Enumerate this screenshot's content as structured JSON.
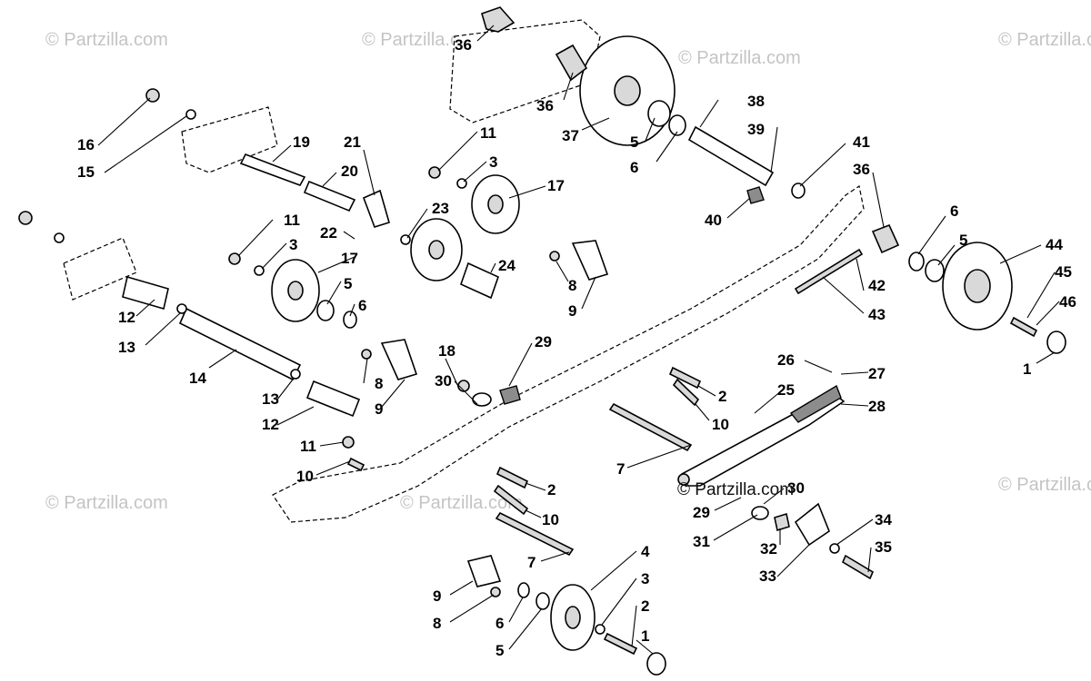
{
  "watermarks": {
    "w1": "© Partzilla.com",
    "w2": "© Partzilla.com",
    "w3": "© Partzilla.com",
    "w4": "© Partzilla.com",
    "w5": "© Partzilla.com",
    "w6": "© Partzilla.com",
    "w7": "© Partzilla.com",
    "center": "© Partzilla.com"
  },
  "callouts": [
    {
      "id": "c36a",
      "label": "36"
    },
    {
      "id": "c36b",
      "label": "36"
    },
    {
      "id": "c37",
      "label": "37"
    },
    {
      "id": "c38",
      "label": "38"
    },
    {
      "id": "c39",
      "label": "39"
    },
    {
      "id": "c5a",
      "label": "5"
    },
    {
      "id": "c6a",
      "label": "6"
    },
    {
      "id": "c41",
      "label": "41"
    },
    {
      "id": "c36c",
      "label": "36"
    },
    {
      "id": "c40",
      "label": "40"
    },
    {
      "id": "c6b",
      "label": "6"
    },
    {
      "id": "c5b",
      "label": "5"
    },
    {
      "id": "c44",
      "label": "44"
    },
    {
      "id": "c45",
      "label": "45"
    },
    {
      "id": "c46",
      "label": "46"
    },
    {
      "id": "c42",
      "label": "42"
    },
    {
      "id": "c43",
      "label": "43"
    },
    {
      "id": "c1a",
      "label": "1"
    },
    {
      "id": "c16",
      "label": "16"
    },
    {
      "id": "c15",
      "label": "15"
    },
    {
      "id": "c19",
      "label": "19"
    },
    {
      "id": "c21",
      "label": "21"
    },
    {
      "id": "c20",
      "label": "20"
    },
    {
      "id": "c11a",
      "label": "11"
    },
    {
      "id": "c3a",
      "label": "3"
    },
    {
      "id": "c17a",
      "label": "17"
    },
    {
      "id": "c23",
      "label": "23"
    },
    {
      "id": "c22",
      "label": "22"
    },
    {
      "id": "c11b",
      "label": "11"
    },
    {
      "id": "c3b",
      "label": "3"
    },
    {
      "id": "c17b",
      "label": "17"
    },
    {
      "id": "c24",
      "label": "24"
    },
    {
      "id": "c5c",
      "label": "5"
    },
    {
      "id": "c6c",
      "label": "6"
    },
    {
      "id": "c8a",
      "label": "8"
    },
    {
      "id": "c9a",
      "label": "9"
    },
    {
      "id": "c12a",
      "label": "12"
    },
    {
      "id": "c13a",
      "label": "13"
    },
    {
      "id": "c14",
      "label": "14"
    },
    {
      "id": "c18",
      "label": "18"
    },
    {
      "id": "c29a",
      "label": "29"
    },
    {
      "id": "c30a",
      "label": "30"
    },
    {
      "id": "c8b",
      "label": "8"
    },
    {
      "id": "c9b",
      "label": "9"
    },
    {
      "id": "c13b",
      "label": "13"
    },
    {
      "id": "c12b",
      "label": "12"
    },
    {
      "id": "c2a",
      "label": "2"
    },
    {
      "id": "c10a",
      "label": "10"
    },
    {
      "id": "c26",
      "label": "26"
    },
    {
      "id": "c27",
      "label": "27"
    },
    {
      "id": "c25",
      "label": "25"
    },
    {
      "id": "c28",
      "label": "28"
    },
    {
      "id": "c11c",
      "label": "11"
    },
    {
      "id": "c10b",
      "label": "10"
    },
    {
      "id": "c7a",
      "label": "7"
    },
    {
      "id": "c2b",
      "label": "2"
    },
    {
      "id": "c10c",
      "label": "10"
    },
    {
      "id": "c30b",
      "label": "30"
    },
    {
      "id": "c29b",
      "label": "29"
    },
    {
      "id": "c31",
      "label": "31"
    },
    {
      "id": "c32",
      "label": "32"
    },
    {
      "id": "c34",
      "label": "34"
    },
    {
      "id": "c35",
      "label": "35"
    },
    {
      "id": "c33",
      "label": "33"
    },
    {
      "id": "c7b",
      "label": "7"
    },
    {
      "id": "c4",
      "label": "4"
    },
    {
      "id": "c3c",
      "label": "3"
    },
    {
      "id": "c9c",
      "label": "9"
    },
    {
      "id": "c2c",
      "label": "2"
    },
    {
      "id": "c8c",
      "label": "8"
    },
    {
      "id": "c6d",
      "label": "6"
    },
    {
      "id": "c1b",
      "label": "1"
    },
    {
      "id": "c5d",
      "label": "5"
    }
  ]
}
